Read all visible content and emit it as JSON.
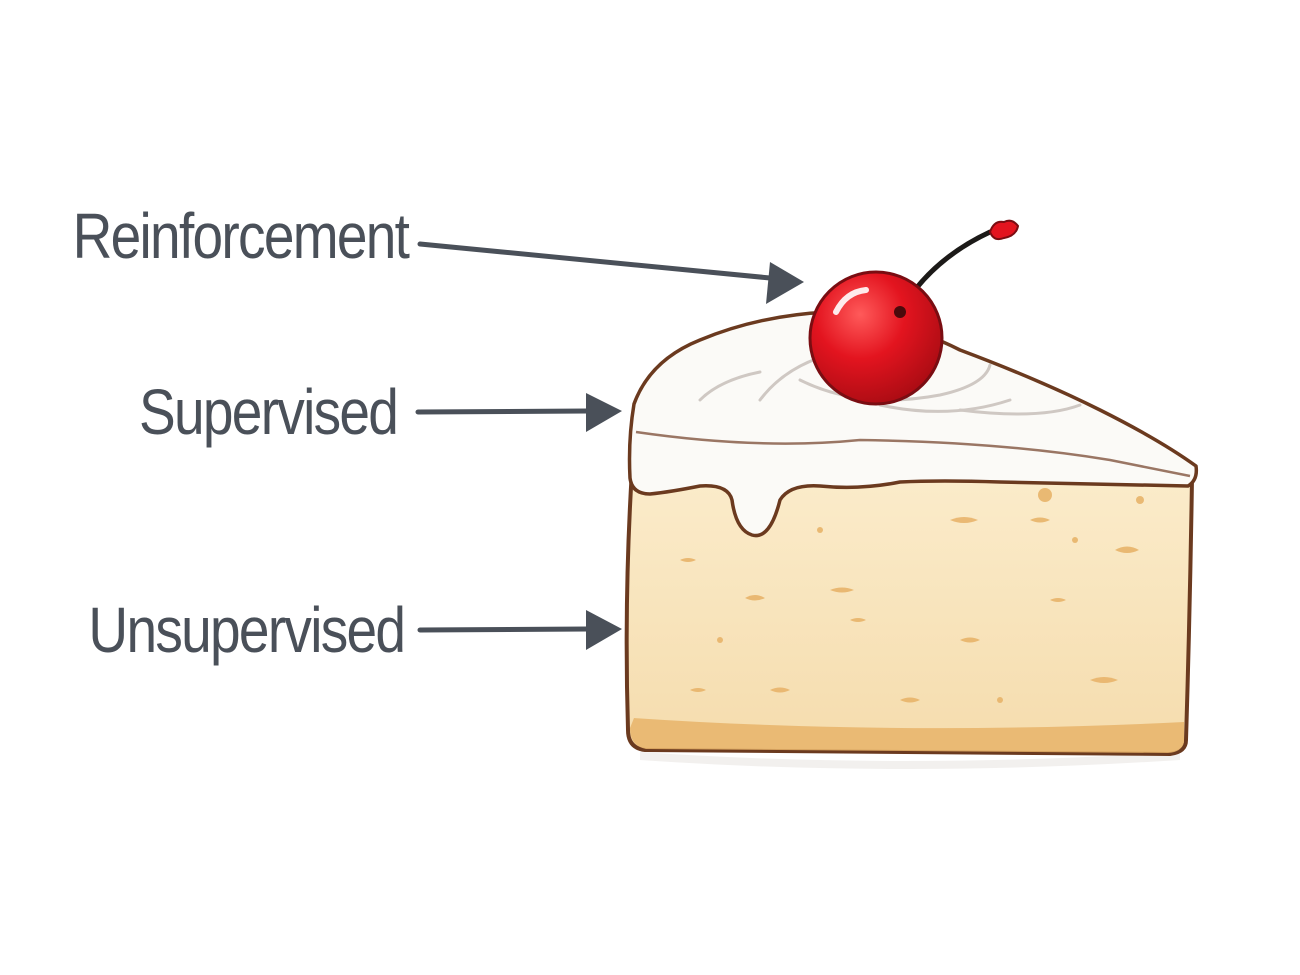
{
  "labels": {
    "reinforcement": "Reinforcement",
    "supervised": "Supervised",
    "unsupervised": "Unsupervised"
  },
  "colors": {
    "text": "#4a5059",
    "arrow": "#4a5059",
    "cake_sponge": "#f8e3b8",
    "cake_crumb": "#e8b46a",
    "cake_outline": "#6b3a1f",
    "frosting": "#fbfaf7",
    "cherry": "#e3141f",
    "stem": "#1c1a18"
  },
  "icons": {
    "cake": "cake-slice-icon",
    "cherry": "cherry-icon"
  }
}
